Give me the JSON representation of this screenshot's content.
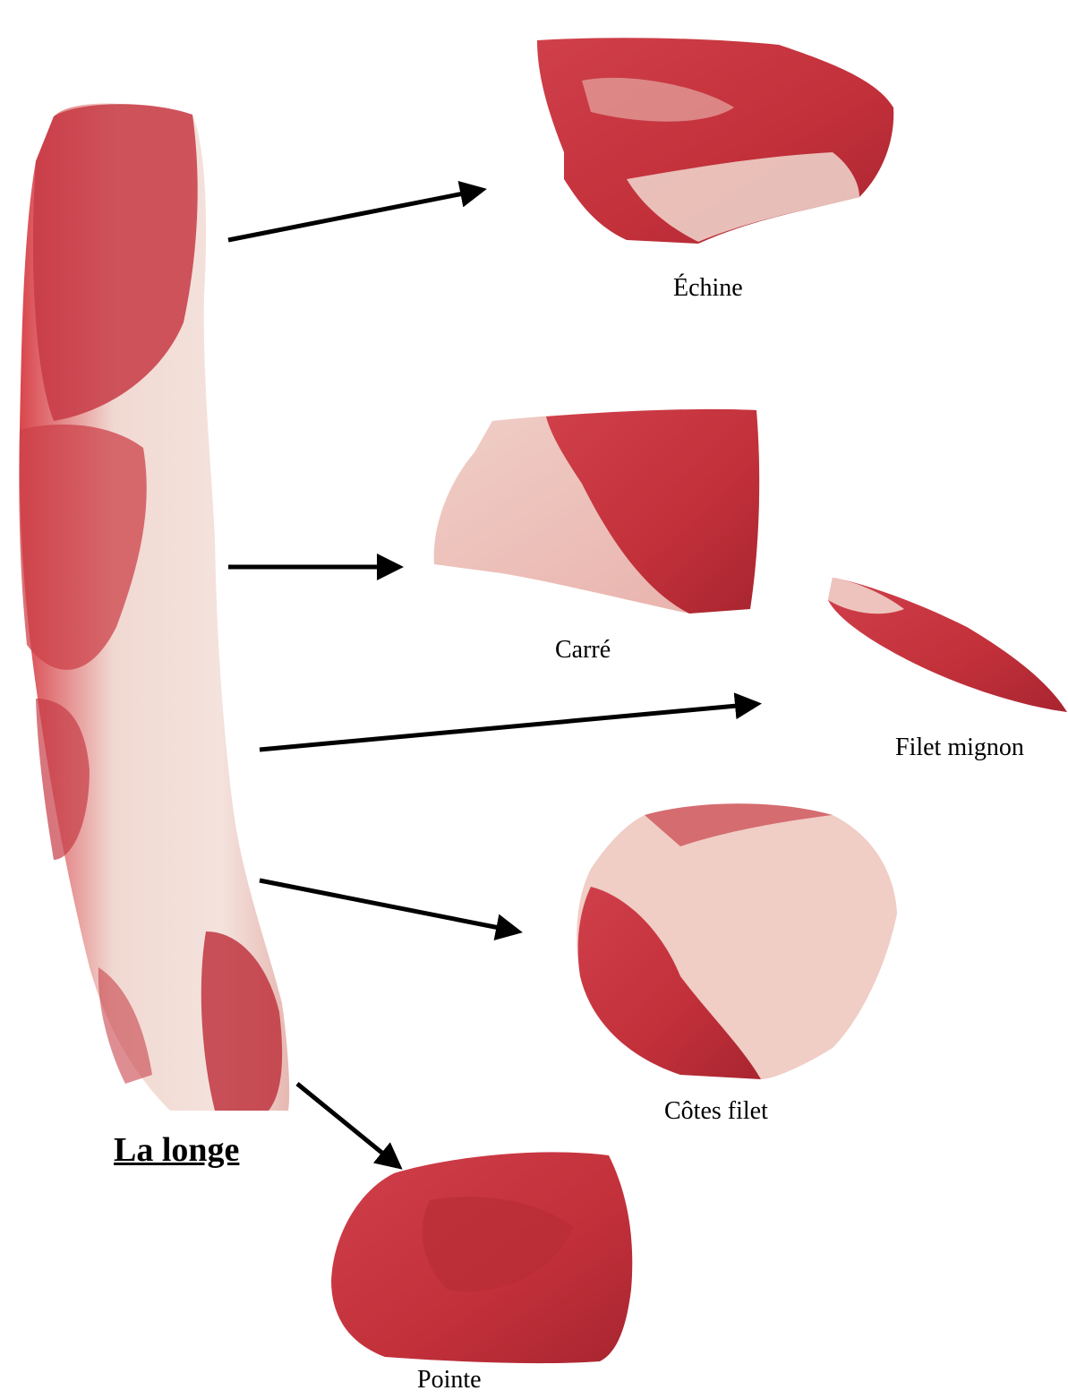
{
  "diagram": {
    "main_cut": {
      "label": "La longe"
    },
    "cuts": [
      {
        "label": "Échine"
      },
      {
        "label": "Carré"
      },
      {
        "label": "Filet mignon"
      },
      {
        "label": "Côtes filet"
      },
      {
        "label": "Pointe"
      }
    ]
  },
  "colors": {
    "meat_red": "#c8323a",
    "meat_dark": "#a8202a",
    "fat_pale": "#f2ddd6",
    "fat_pink": "#e9b3ae",
    "arrow": "#000000"
  }
}
